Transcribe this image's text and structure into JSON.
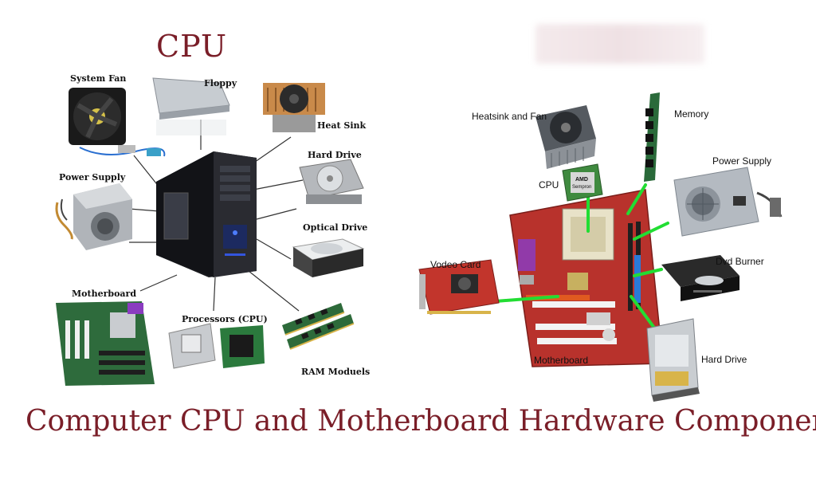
{
  "headings": {
    "cpu": "CPU",
    "main": "Computer CPU and Motherboard Hardware Components"
  },
  "left_diagram": {
    "center": "computer tower",
    "labels": {
      "system_fan": "System Fan",
      "floppy": "Floppy",
      "heat_sink": "Heat Sink",
      "hard_drive": "Hard Drive",
      "power_supply": "Power Supply",
      "optical_drive": "Optical Drive",
      "motherboard": "Motherboard",
      "processors": "Processors (CPU)",
      "ram": "RAM Moduels"
    }
  },
  "right_diagram": {
    "center": "motherboard",
    "labels": {
      "heatsink_fan": "Heatsink and Fan",
      "memory": "Memory",
      "cpu": "CPU",
      "power_supply": "Power Supply",
      "video_card": "Vodeo Card",
      "dvd_burner": "Dvd Burner",
      "motherboard": "Motherboard",
      "hard_drive": "Hard Drive"
    },
    "chip_text": {
      "brand": "AMD",
      "model": "Sempron"
    }
  },
  "colors": {
    "title": "#7a1e28",
    "connector_left": "#333333",
    "connector_right": "#22dd33",
    "board": "#b8322c"
  }
}
